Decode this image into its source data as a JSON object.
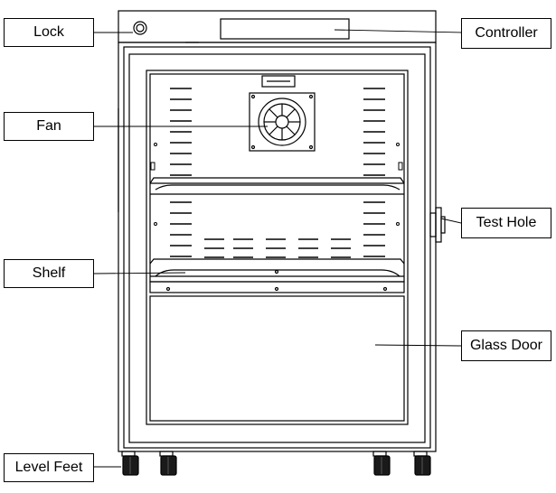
{
  "labels": {
    "lock": "Lock",
    "fan": "Fan",
    "shelf": "Shelf",
    "level_feet": "Level Feet",
    "controller": "Controller",
    "test_hole": "Test Hole",
    "glass_door": "Glass Door"
  }
}
